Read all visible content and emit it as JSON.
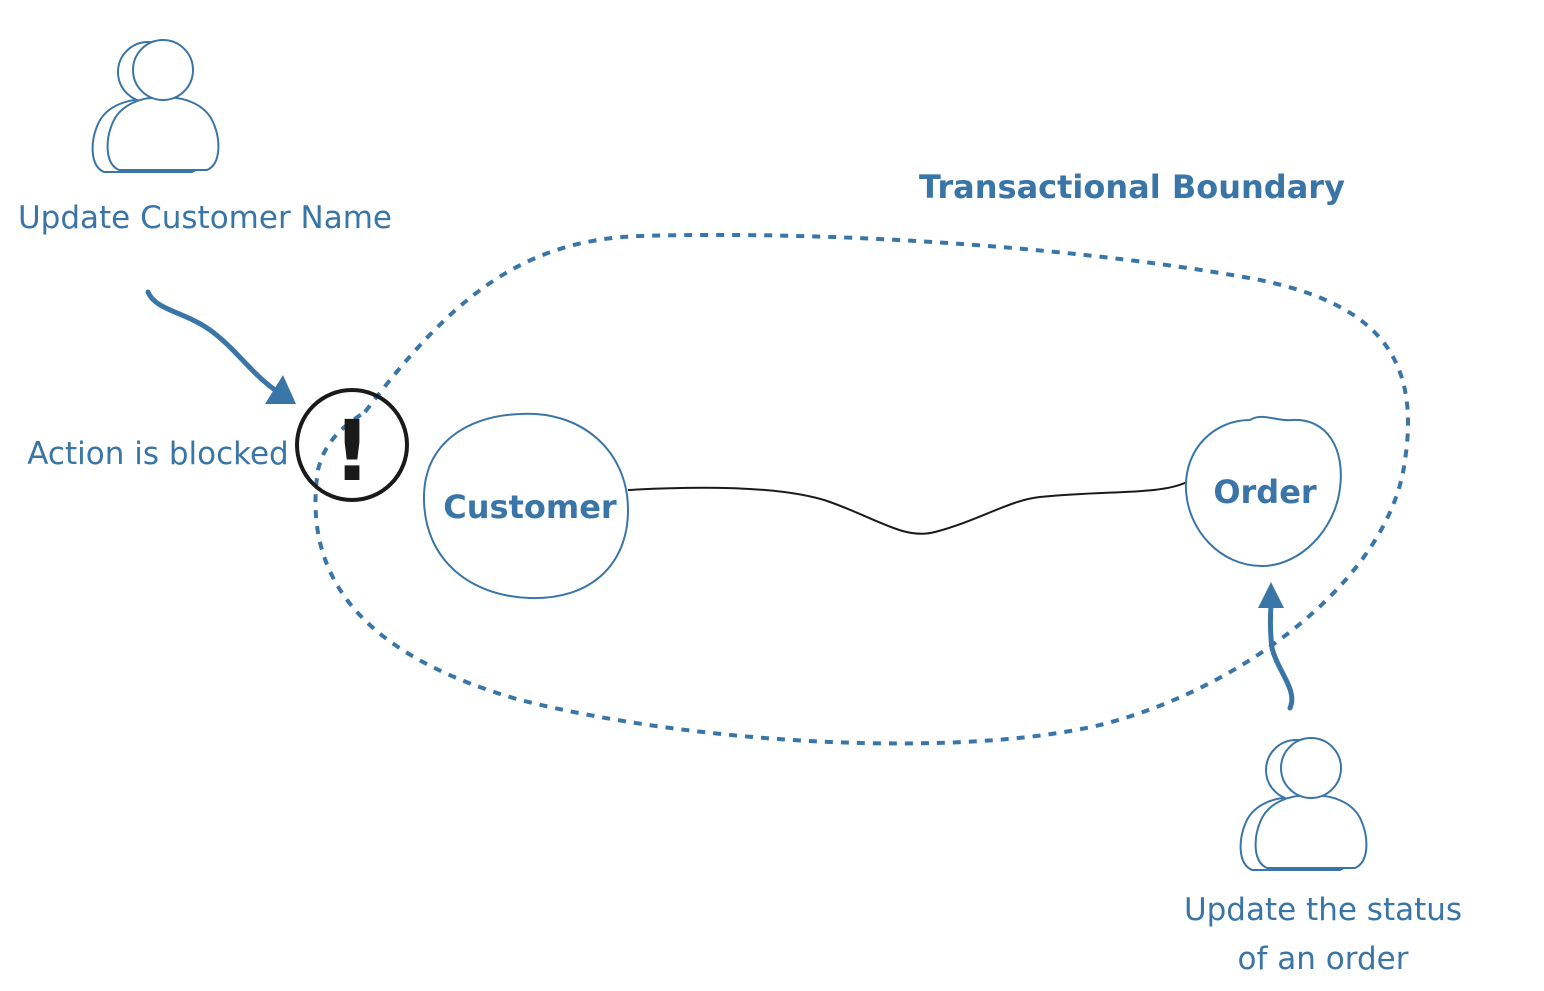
{
  "boundary": {
    "label": "Transactional Boundary"
  },
  "entities": {
    "customer": "Customer",
    "order": "Order"
  },
  "actors": {
    "left": {
      "icon": "user-icon",
      "label": "Update Customer Name"
    },
    "right": {
      "icon": "user-icon",
      "label_lines": [
        "Update the status",
        "of an order"
      ]
    }
  },
  "blocked": {
    "icon": "exclamation-icon",
    "symbol": "!",
    "label": "Action is blocked"
  },
  "colors": {
    "accent": "#3a75a8",
    "ink": "#1a1a1a"
  }
}
